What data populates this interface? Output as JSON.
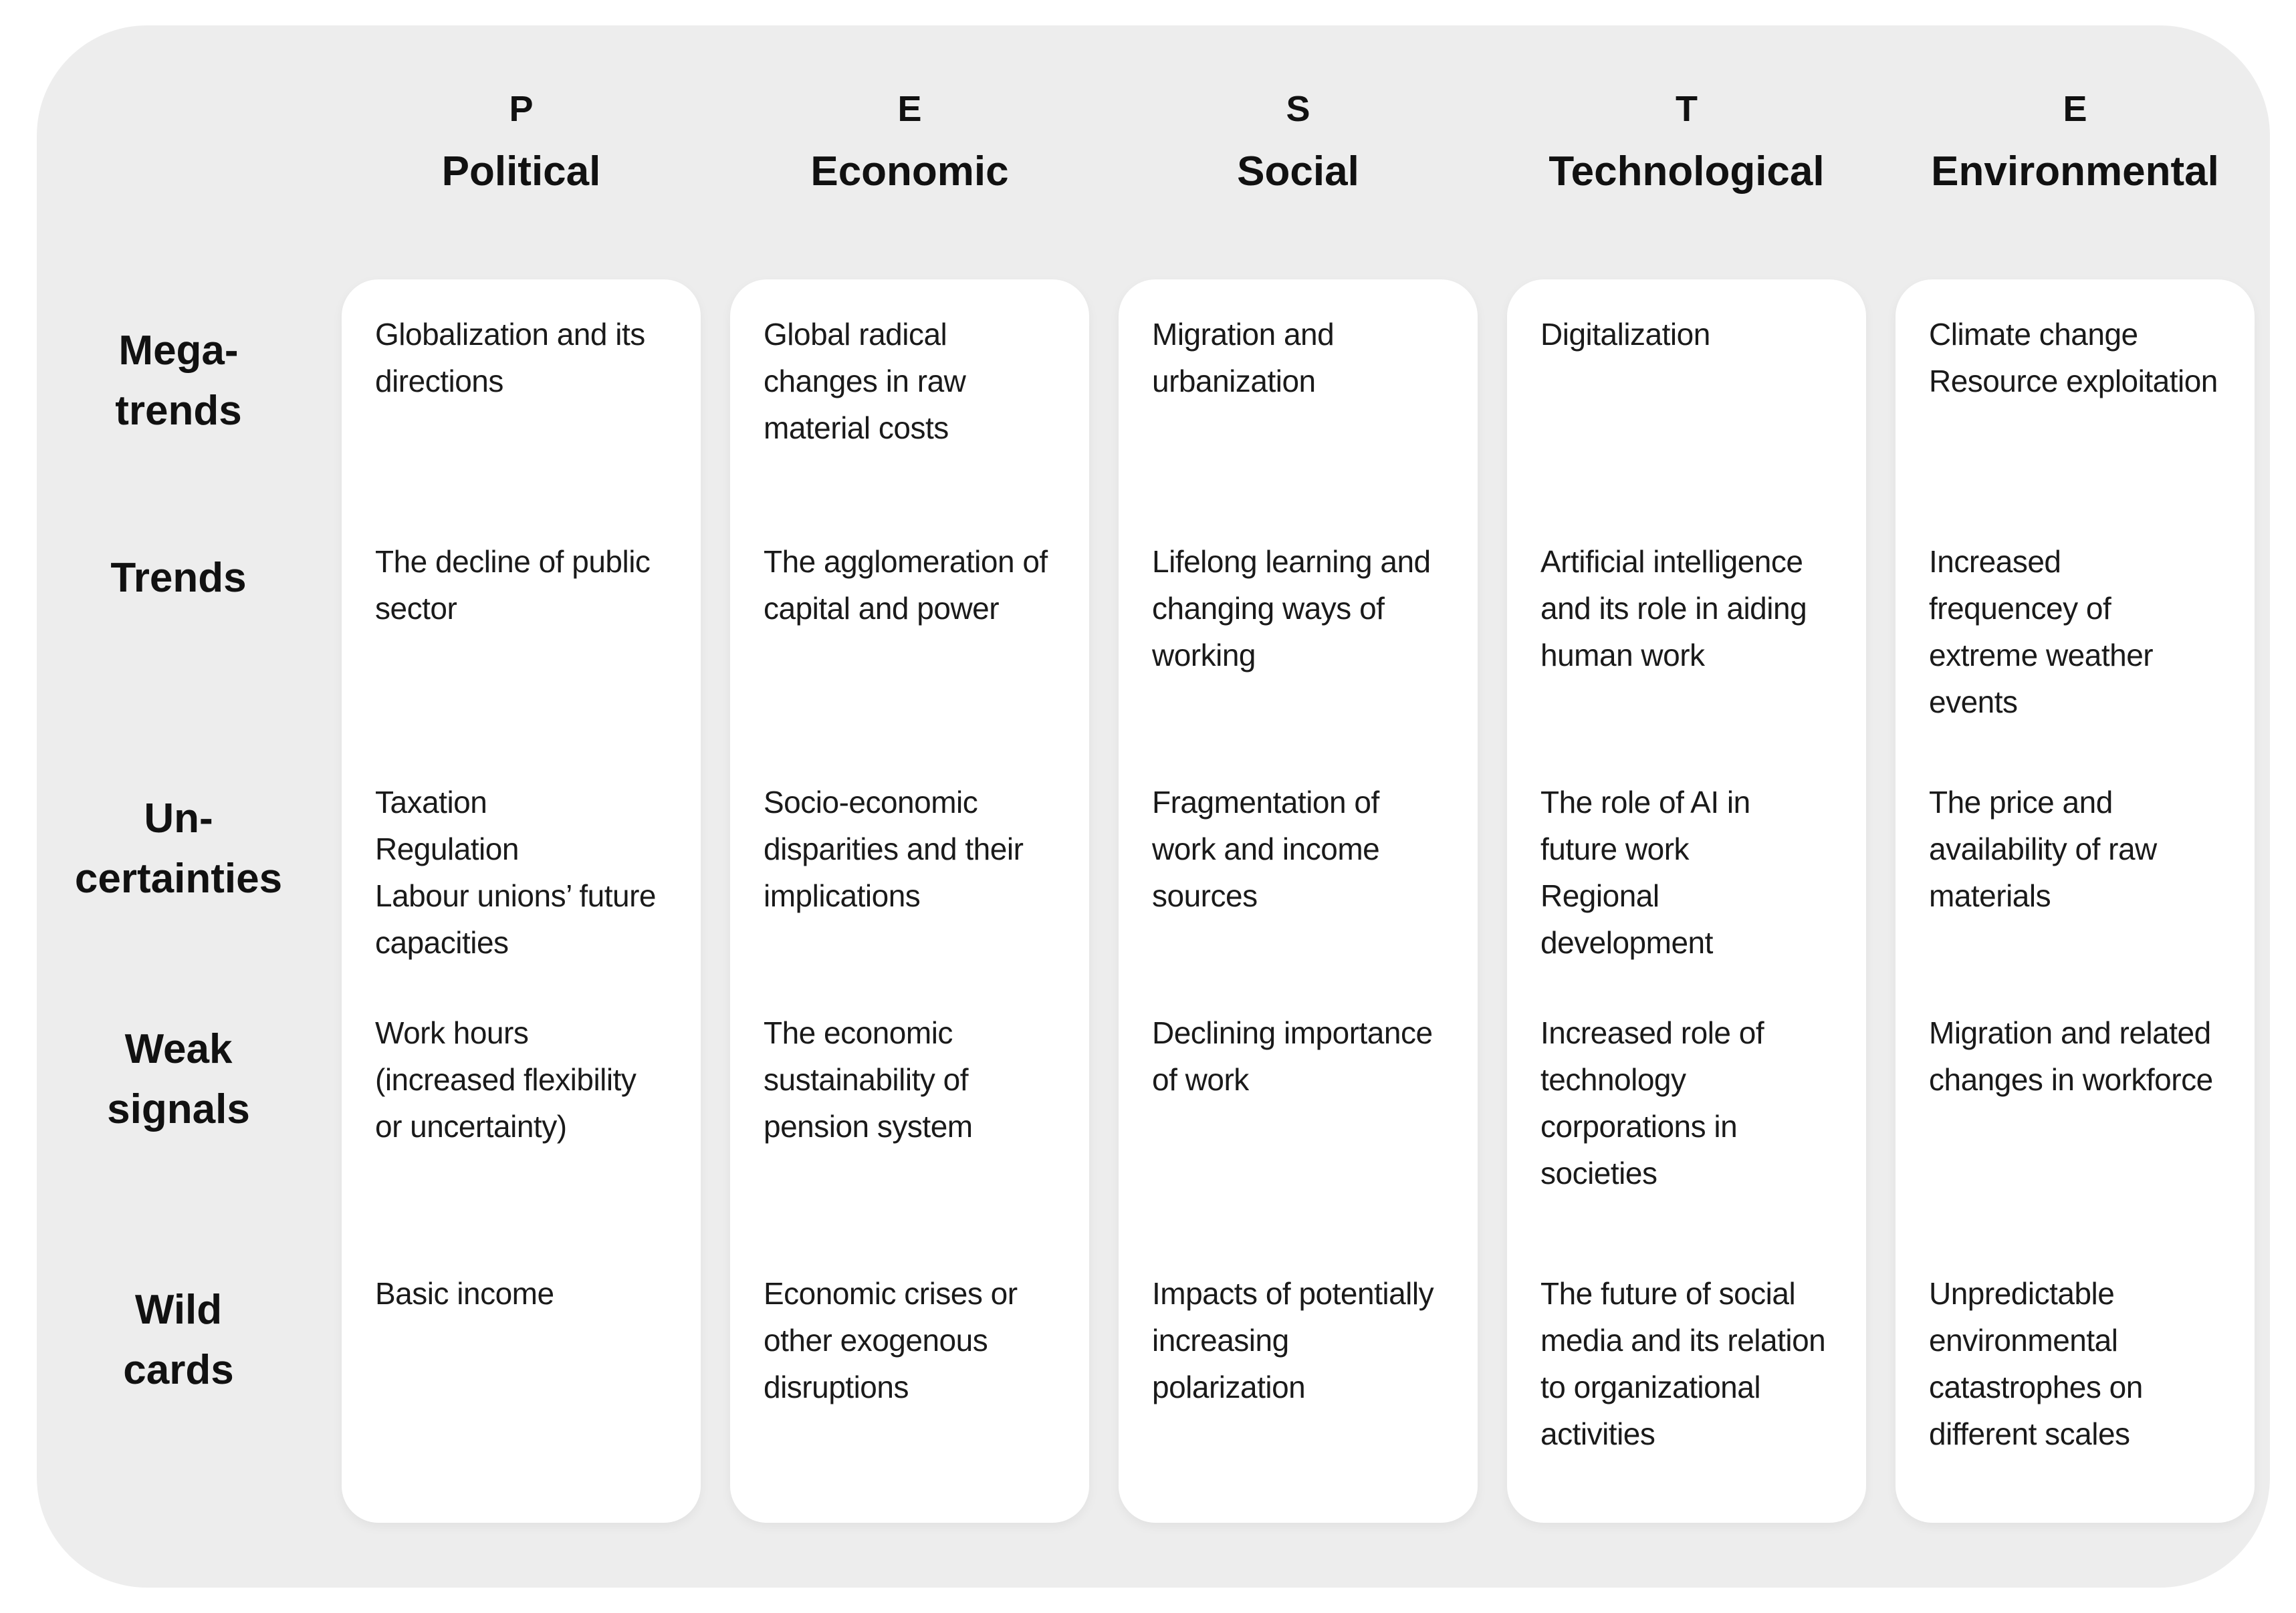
{
  "panel": {
    "background_color": "#ededed",
    "card_color": "#ffffff",
    "text_color": "#111111"
  },
  "header": {
    "columns": [
      {
        "letter": "P",
        "name": "Political"
      },
      {
        "letter": "E",
        "name": "Economic"
      },
      {
        "letter": "S",
        "name": "Social"
      },
      {
        "letter": "T",
        "name": "Technological"
      },
      {
        "letter": "E",
        "name": "Environmental"
      }
    ]
  },
  "row_labels": [
    "Mega-\ntrends",
    "Trends",
    "Un-\ncertainties",
    "Weak\nsignals",
    "Wild\ncards"
  ],
  "cells": {
    "political": [
      "Globalization and its directions",
      "The decline of public sector",
      "Taxation\nRegulation\nLabour unions’ future capacities",
      "Work hours (increased flexibility or uncertainty)",
      "Basic income"
    ],
    "economic": [
      "Global radical changes in raw material costs",
      "The agglomeration of capital and power",
      "Socio-economic disparities and their implications",
      "The economic sustainability of pension system",
      "Economic crises or other exogenous disruptions"
    ],
    "social": [
      "Migration and urbanization",
      "Lifelong learning and changing ways of working",
      "Fragmentation of work and income sources",
      "Declining importance of work",
      "Impacts of potentially increasing polarization"
    ],
    "technological": [
      "Digitalization",
      "Artificial intelligence and its role in aiding human work",
      "The role of AI in future work\nRegional development",
      "Increased role of technology corporations in societies",
      "The future of social media and its relation to organizational activities"
    ],
    "environmental": [
      "Climate change\nResource exploitation",
      "Increased frequencey of extreme weather events",
      "The price and availability of raw materials",
      "Migration and related changes in workforce",
      "Unpredictable environmental catastrophes on different scales"
    ]
  }
}
